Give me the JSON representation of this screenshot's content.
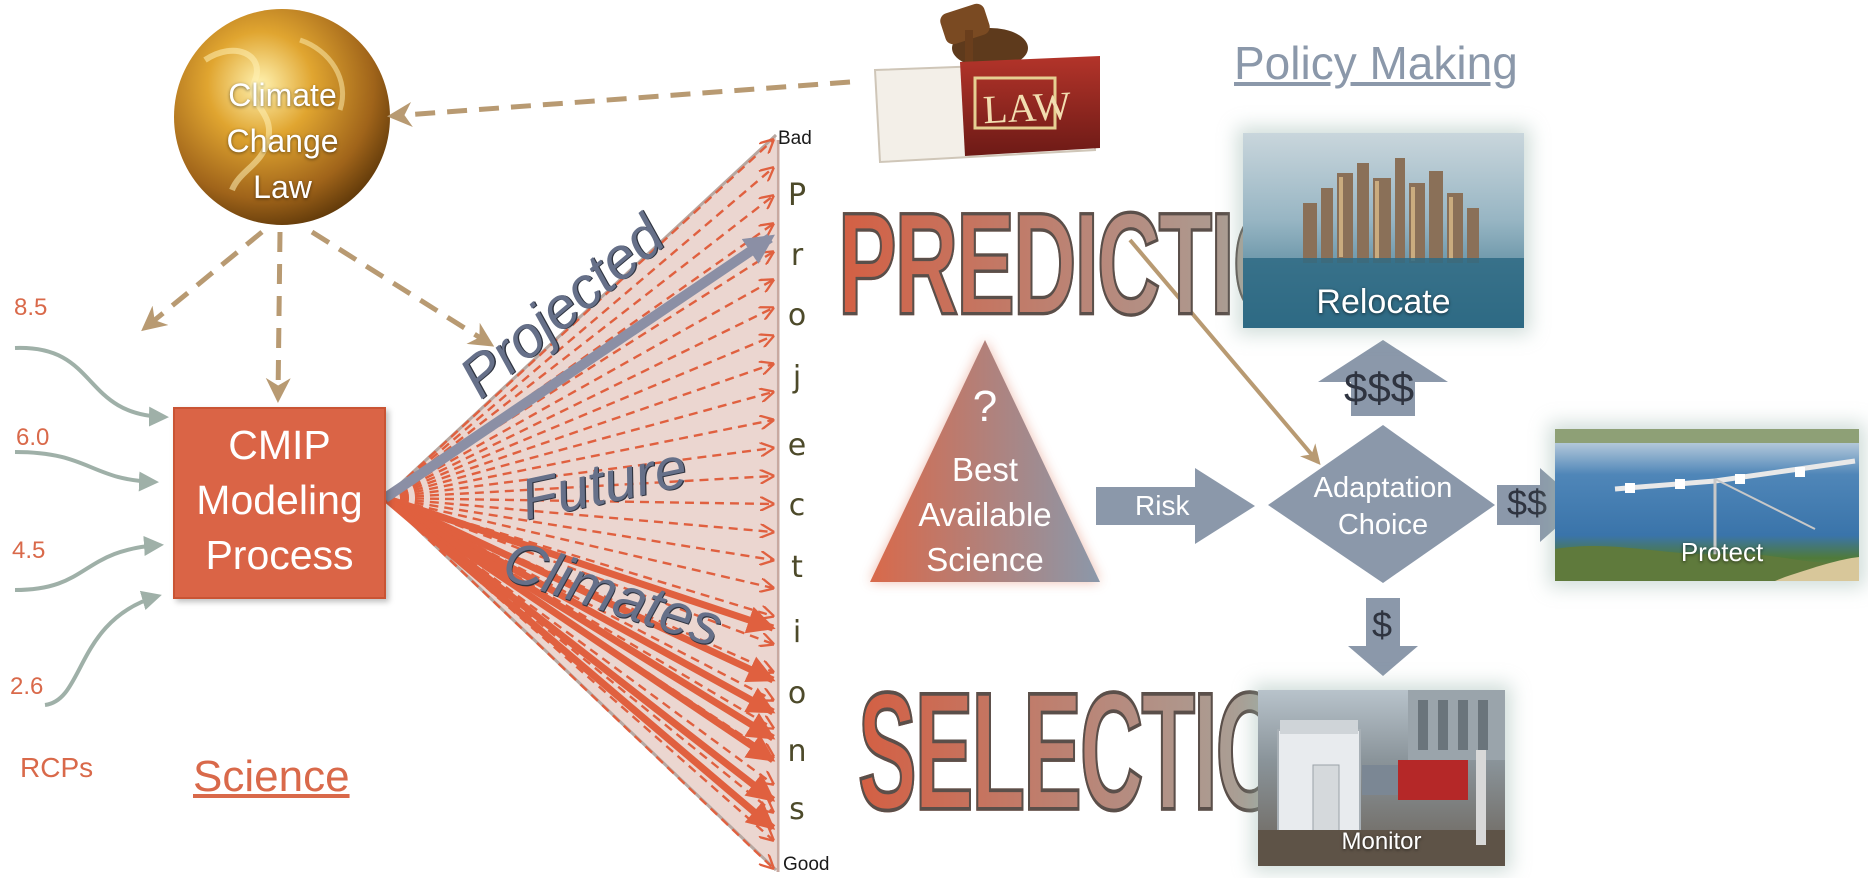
{
  "globe": {
    "line1": "Climate",
    "line2": "Change",
    "line3": "Law"
  },
  "rcps": {
    "v85": "8.5",
    "v60": "6.0",
    "v45": "4.5",
    "v26": "2.6",
    "label": "RCPs"
  },
  "cmip": {
    "line1": "CMIP",
    "line2": "Modeling",
    "line3": "Process"
  },
  "science_label": "Science",
  "fan": {
    "line1": "Projected",
    "line2": "Future",
    "line3": "Climates"
  },
  "scale": {
    "top": "Bad",
    "bottom": "Good"
  },
  "projections_letters": [
    "P",
    "r",
    "o",
    "j",
    "e",
    "c",
    "t",
    "i",
    "o",
    "n",
    "s"
  ],
  "prediction_label": "PREDICTION",
  "selection_label": "SELECTION",
  "triangle": {
    "mark": "?",
    "line1": "Best",
    "line2": "Available",
    "line3": "Science"
  },
  "risk_label": "Risk",
  "policy_title": "Policy Making",
  "diamond": {
    "line1": "Adaptation",
    "line2": "Choice"
  },
  "costs": {
    "high": "$$$",
    "mid": "$$",
    "low": "$"
  },
  "photos": {
    "relocate": "Relocate",
    "protect": "Protect",
    "monitor": "Monitor"
  },
  "law_book_text": "LAW",
  "colors": {
    "orange": "#d9694a",
    "tan": "#b89a72",
    "slate": "#8b98aa",
    "grey_green": "#9fb0a8"
  }
}
